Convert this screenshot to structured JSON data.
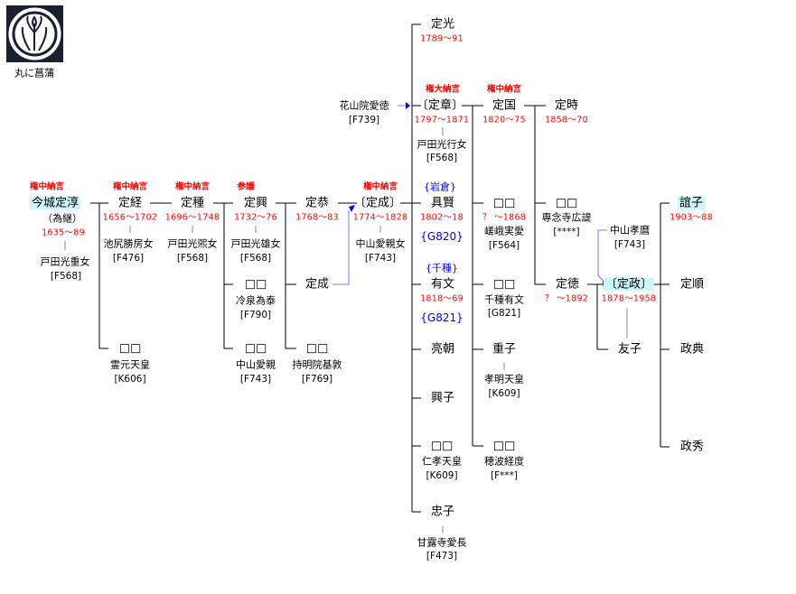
{
  "crest": {
    "label": "丸に菖蒲"
  },
  "gen0": {
    "title": "権中納言",
    "name": "今城定淳",
    "alias": "（為継）",
    "dates": "1635～89",
    "spouse": "戸田光重女",
    "spouse_code": "[F568]"
  },
  "gen1": {
    "title": "権中納言",
    "name": "定経",
    "dates": "1656～1702",
    "spouse": "池尻勝房女",
    "spouse_code": "[F476]",
    "sib": {
      "name": "□□",
      "spouse": "霊元天皇",
      "code": "[K606]"
    }
  },
  "gen2": {
    "title": "権中納言",
    "name": "定種",
    "dates": "1696～1748",
    "spouse": "戸田光煕女",
    "spouse_code": "[F568]"
  },
  "gen3": {
    "title": "参議",
    "name": "定興",
    "dates": "1732～76",
    "spouse": "戸田光雄女",
    "spouse_code": "[F568]",
    "sibs": [
      {
        "name": "□□",
        "spouse": "冷泉為泰",
        "code": "[F790]"
      },
      {
        "name": "□□",
        "spouse": "中山愛親",
        "code": "[F743]"
      }
    ]
  },
  "gen4": {
    "name": "定恭",
    "dates": "1768～83",
    "sibs": [
      {
        "name": "定成"
      },
      {
        "name": "□□",
        "spouse": "持明院基敦",
        "code": "[F769]"
      }
    ]
  },
  "gen5": {
    "title": "権中納言",
    "name": "〔定成〕",
    "dates": "1774～1828",
    "spouse": "中山愛親女",
    "spouse_code": "[F743]"
  },
  "adopt1": {
    "name": "花山院愛徳",
    "code": "[F739]"
  },
  "gen6": [
    {
      "name": "定光",
      "dates": "1789～91"
    },
    {
      "title": "権大納言",
      "name": "〔定章〕",
      "dates": "1797～1871",
      "spouse": "戸田光行女",
      "spouse_code": "[F568]"
    },
    {
      "house": "{岩倉}",
      "name": "具賢",
      "dates": "1802～18",
      "code": "{G820}"
    },
    {
      "house": "{千種}",
      "name": "有文",
      "dates": "1818～69",
      "code": "{G821}"
    },
    {
      "name": "亮朝"
    },
    {
      "name": "興子"
    },
    {
      "name": "□□",
      "spouse": "仁孝天皇",
      "code": "[K609]"
    },
    {
      "name": "忠子",
      "spouse": "甘露寺愛長",
      "code": "[F473]"
    }
  ],
  "gen7": [
    {
      "title": "権中納言",
      "name": "定国",
      "dates": "1820～75"
    },
    {
      "name": "□□",
      "dates": "？ ～1868",
      "spouse": "嵯峨実愛",
      "code": "[F564]"
    },
    {
      "name": "□□",
      "spouse": "千種有文",
      "code": "[G821]"
    },
    {
      "name": "重子",
      "spouse": "孝明天皇",
      "code": "[K609]"
    },
    {
      "name": "□□",
      "spouse": "穂波経度",
      "code": "[F***]"
    }
  ],
  "gen8": [
    {
      "name": "定時",
      "dates": "1858～70"
    },
    {
      "name": "□□",
      "spouse": "専念寺広諟",
      "code": "[****]"
    },
    {
      "name": "定徳",
      "dates": "？ ～1892"
    }
  ],
  "adopt2": {
    "name": "中山孝麿",
    "code": "[F743]"
  },
  "gen9": [
    {
      "name": "〔定政〕",
      "dates": "1878～1958"
    },
    {
      "name": "友子"
    }
  ],
  "gen10": [
    {
      "name": "誼子",
      "dates": "1903～88"
    },
    {
      "name": "定順"
    },
    {
      "name": "政典"
    },
    {
      "name": "政秀"
    }
  ],
  "colors": {
    "title": "#ff0000",
    "dates": "#ff0000",
    "house": "#0000ff",
    "arrow": "#0000ff",
    "highlight": "#ccf8fb"
  }
}
